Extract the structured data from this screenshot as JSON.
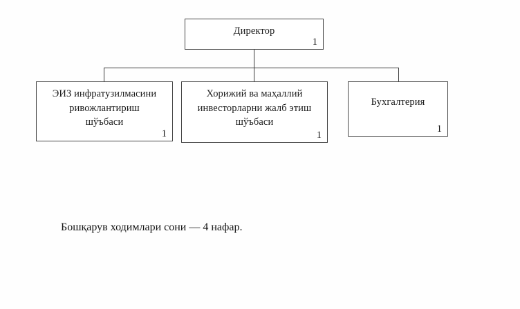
{
  "diagram": {
    "type": "organizational-chart",
    "orientation": "top-down",
    "line_color": "#3a3a3a",
    "box_border_color": "#444444",
    "background_color": "#fefefe",
    "root": {
      "id": "director",
      "title": "Директор",
      "count": "1"
    },
    "children": [
      {
        "id": "infra",
        "title": "ЭИЗ инфратузилмасини\nривожлантириш\nшўъбаси",
        "count": "1"
      },
      {
        "id": "invest",
        "title": "Хорижий ва маҳаллий\nинвесторларни жалб этиш\nшўъбаси",
        "count": "1"
      },
      {
        "id": "accounting",
        "title": "Бухгалтерия",
        "count": "1"
      }
    ]
  },
  "caption": {
    "text": "Бошқарув ходимлари сони — 4 нафар.",
    "total_staff": 4
  }
}
